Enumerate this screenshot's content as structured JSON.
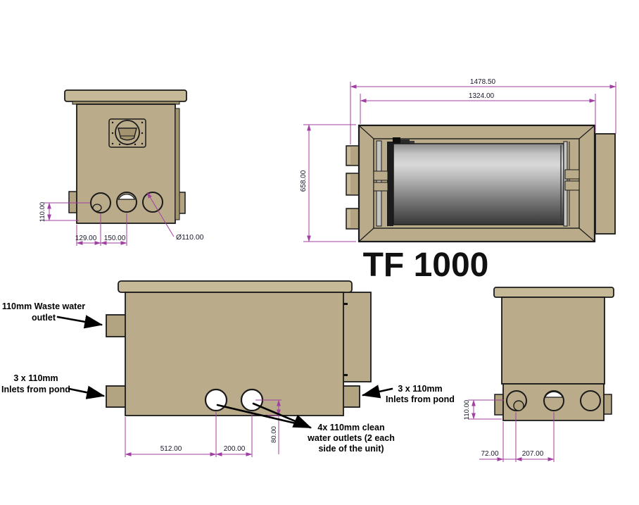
{
  "title": "TF 1000",
  "colors": {
    "body_tan": "#BAAC8B",
    "lid_tan": "#C6B997",
    "stub_tan": "#B3A481",
    "shadow_tan": "#A3946F",
    "outline": "#1a1a1a",
    "dim_line": "#A23FA2",
    "dim_text": "#17172b",
    "annotation": "#000000",
    "drum_light": "#d9d9d9",
    "drum_dark": "#383838"
  },
  "views": {
    "front": {
      "dims": {
        "pipe_height": "110.00",
        "hole_spacing_1": "129.00",
        "hole_spacing_2": "150.00",
        "hole_diameter": "Ø110.00"
      }
    },
    "top": {
      "dims": {
        "overall_length": "1478.50",
        "body_length": "1324.00",
        "body_depth": "658.00"
      }
    },
    "side": {
      "dims": {
        "outlet_position": "512.00",
        "outlet_spacing": "200.00",
        "outlet_offset": "80.00"
      },
      "labels": {
        "waste_outlet": [
          "110mm Waste water",
          "outlet"
        ],
        "inlets_left": [
          "3 x 110mm",
          "Inlets from pond"
        ],
        "inlets_right": [
          "3 x 110mm",
          "Inlets from pond"
        ],
        "clean_outlets": [
          "4x 110mm clean",
          "water outlets (2 each",
          "side of the unit)"
        ]
      }
    },
    "rear": {
      "dims": {
        "pipe_height": "110.00",
        "edge_to_hole": "72.00",
        "hole_spacing": "207.00"
      }
    }
  }
}
